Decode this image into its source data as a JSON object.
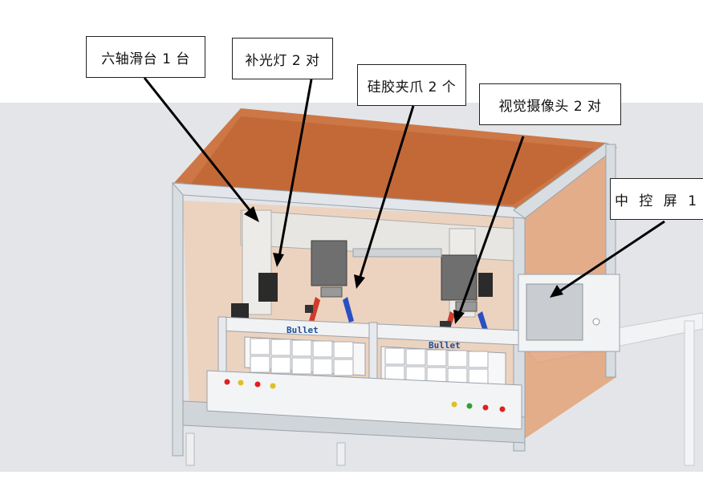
{
  "callouts": [
    {
      "id": "lbl-1",
      "text": "六轴滑台 1 台"
    },
    {
      "id": "lbl-2",
      "text": "补光灯 2 对"
    },
    {
      "id": "lbl-3",
      "text": "硅胶夹爪 2 个"
    },
    {
      "id": "lbl-4",
      "text": "视觉摄像头 2 对"
    },
    {
      "id": "lbl-5",
      "text": "中 控 屏 1"
    }
  ],
  "tray_brand": {
    "left": "Bullet",
    "right": "Bullet"
  },
  "colors": {
    "enclosure_panel": "#d4804a",
    "frame": "#d8dde2",
    "gripper_red": "#d23a2a",
    "gripper_blue": "#2a4fc4",
    "led_red": "#e02020",
    "led_yellow": "#e0c020",
    "led_green": "#30a030"
  }
}
